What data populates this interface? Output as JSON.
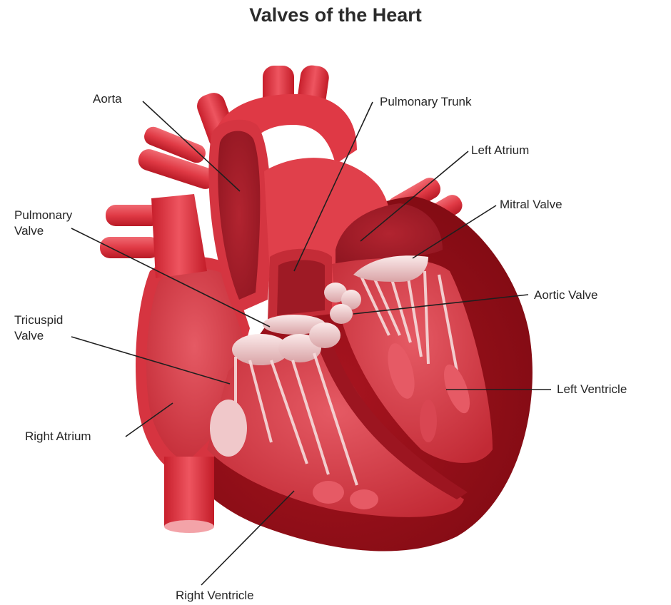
{
  "title": "Valves of the Heart",
  "labels": {
    "aorta": "Aorta",
    "pulmonary_trunk": "Pulmonary Trunk",
    "left_atrium": "Left Atrium",
    "mitral_valve": "Mitral Valve",
    "pulmonary_valve_line1": "Pulmonary",
    "pulmonary_valve_line2": "Valve",
    "aortic_valve": "Aortic Valve",
    "tricuspid_valve_line1": "Tricuspid",
    "tricuspid_valve_line2": "Valve",
    "left_ventricle": "Left Ventricle",
    "right_atrium": "Right Atrium",
    "right_ventricle": "Right Ventricle"
  },
  "colors": {
    "vessel_red": "#e0333f",
    "chamber_red": "#c8303a",
    "muscle_dark": "#8f0f17",
    "valve_white": "#f2d9da",
    "leader_line": "#1f1f1f"
  }
}
